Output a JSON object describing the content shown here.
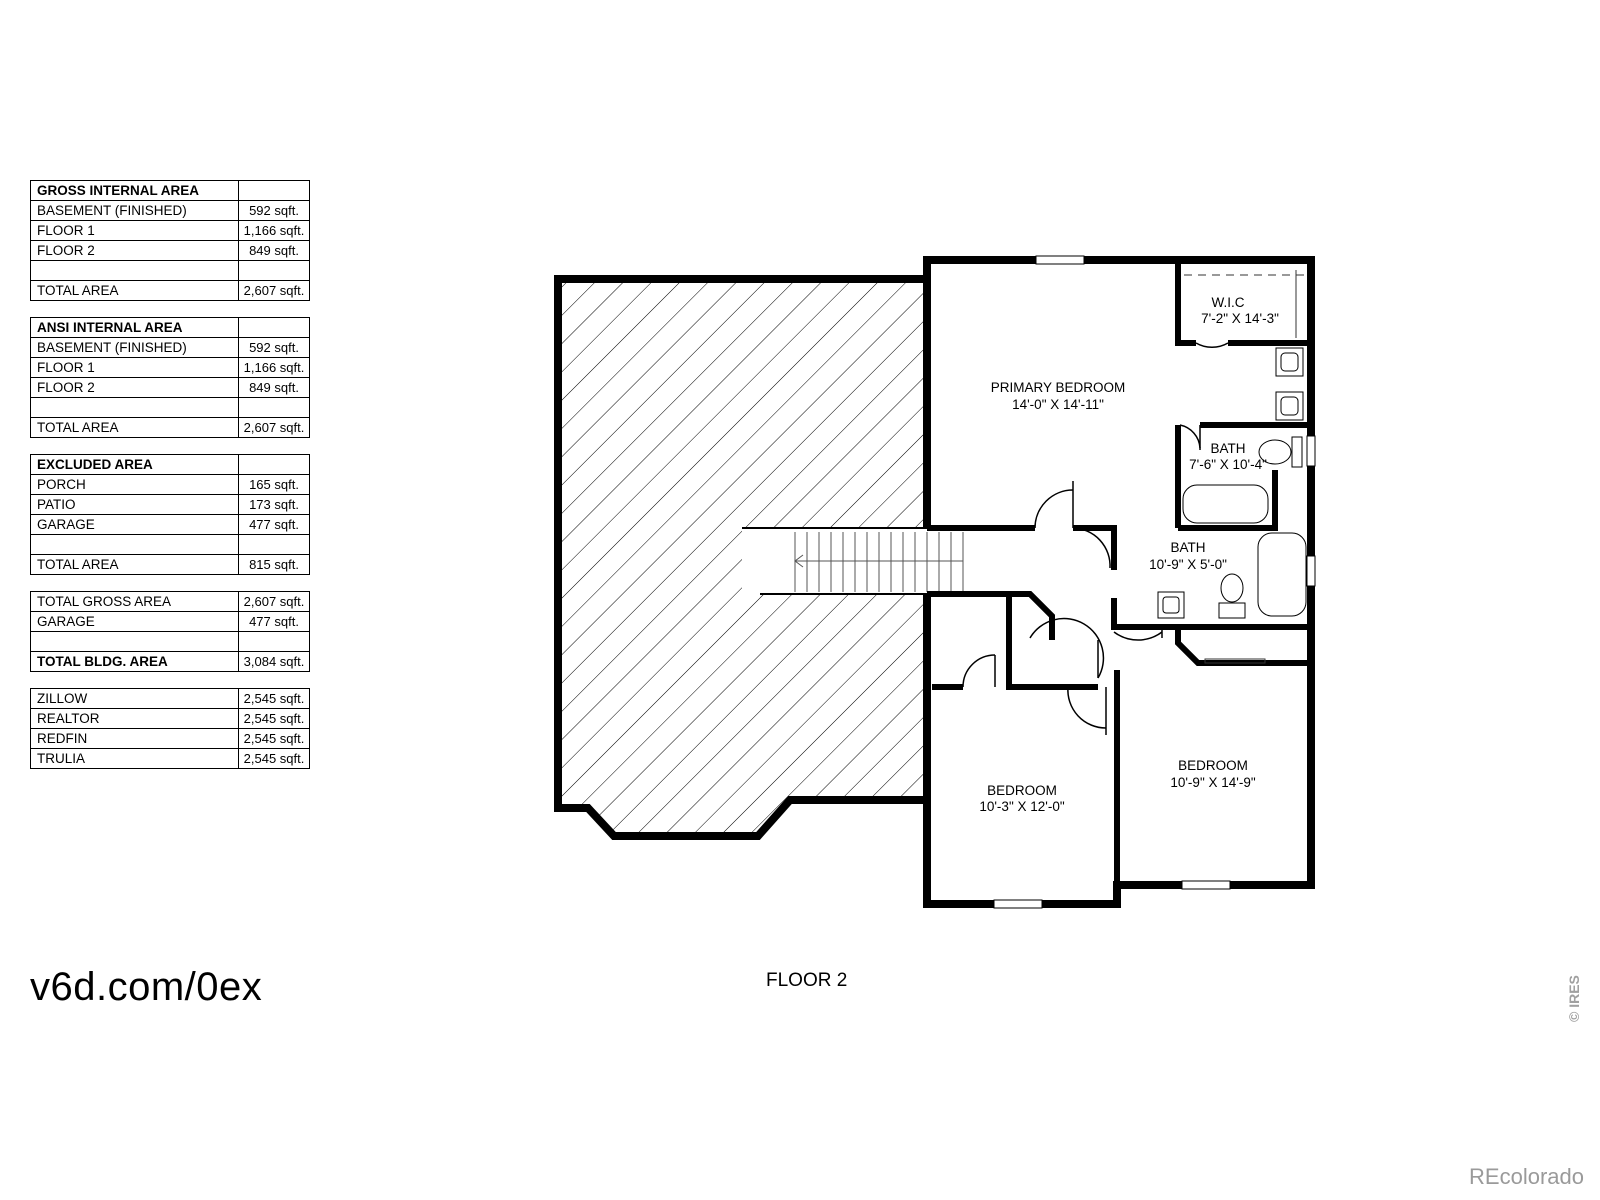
{
  "tables": {
    "gross": {
      "title": "GROSS INTERNAL AREA",
      "rows": [
        {
          "label": "BASEMENT (FINISHED)",
          "value": "592 sqft."
        },
        {
          "label": "FLOOR 1",
          "value": "1,166 sqft."
        },
        {
          "label": "FLOOR 2",
          "value": "849 sqft."
        }
      ],
      "total_label": "TOTAL AREA",
      "total_value": "2,607 sqft."
    },
    "ansi": {
      "title": "ANSI INTERNAL AREA",
      "rows": [
        {
          "label": "BASEMENT (FINISHED)",
          "value": "592 sqft."
        },
        {
          "label": "FLOOR 1",
          "value": "1,166 sqft."
        },
        {
          "label": "FLOOR 2",
          "value": "849 sqft."
        }
      ],
      "total_label": "TOTAL AREA",
      "total_value": "2,607 sqft."
    },
    "excluded": {
      "title": "EXCLUDED AREA",
      "rows": [
        {
          "label": "PORCH",
          "value": "165 sqft."
        },
        {
          "label": "PATIO",
          "value": "173 sqft."
        },
        {
          "label": "GARAGE",
          "value": "477 sqft."
        }
      ],
      "total_label": "TOTAL AREA",
      "total_value": "815 sqft."
    },
    "summary": {
      "gross_label": "TOTAL GROSS AREA",
      "gross_value": "2,607 sqft.",
      "garage_label": "GARAGE",
      "garage_value": "477 sqft.",
      "bldg_label": "TOTAL BLDG. AREA",
      "bldg_value": "3,084 sqft."
    },
    "sites": [
      {
        "label": "ZILLOW",
        "value": "2,545 sqft."
      },
      {
        "label": "REALTOR",
        "value": "2,545 sqft."
      },
      {
        "label": "REDFIN",
        "value": "2,545 sqft."
      },
      {
        "label": "TRULIA",
        "value": "2,545 sqft."
      }
    ]
  },
  "rooms": {
    "wic": {
      "name": "W.I.C",
      "dims": "7'-2\" X 14'-3\""
    },
    "primary": {
      "name": "PRIMARY BEDROOM",
      "dims": "14'-0\" X 14'-11\""
    },
    "bath1": {
      "name": "BATH",
      "dims": "7'-6\" X 10'-4\""
    },
    "bath2": {
      "name": "BATH",
      "dims": "10'-9\" X 5'-0\""
    },
    "bedroom1": {
      "name": "BEDROOM",
      "dims": "10'-3\" X 12'-0\""
    },
    "bedroom2": {
      "name": "BEDROOM",
      "dims": "10'-9\" X 14'-9\""
    }
  },
  "floor_label": "FLOOR 2",
  "url": "v6d.com/0ex",
  "watermark": "REcolorado",
  "credit": "© IRES"
}
